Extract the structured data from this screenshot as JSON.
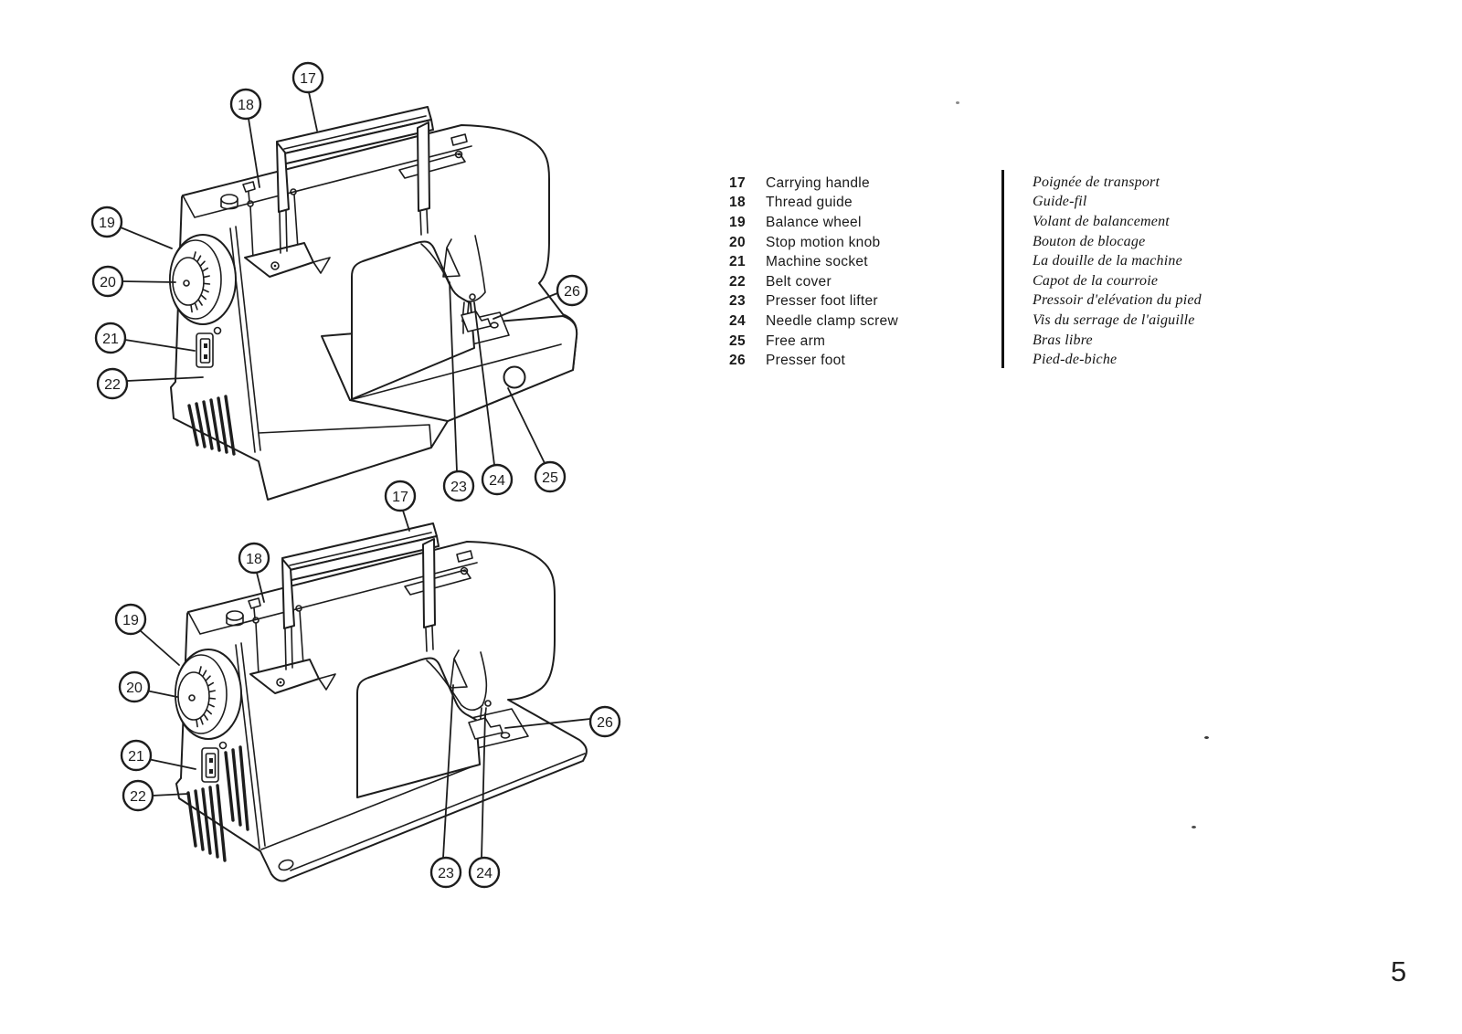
{
  "page": {
    "number": "5"
  },
  "legend": {
    "items": [
      {
        "num": "17",
        "en": "Carrying handle",
        "fr": "Poignée de transport"
      },
      {
        "num": "18",
        "en": "Thread guide",
        "fr": "Guide-fil"
      },
      {
        "num": "19",
        "en": "Balance wheel",
        "fr": "Volant de balancement"
      },
      {
        "num": "20",
        "en": "Stop motion knob",
        "fr": "Bouton de blocage"
      },
      {
        "num": "21",
        "en": "Machine socket",
        "fr": "La douille de la machine"
      },
      {
        "num": "22",
        "en": "Belt cover",
        "fr": "Capot de la courroie"
      },
      {
        "num": "23",
        "en": "Presser foot lifter",
        "fr": "Pressoir d'elévation du pied"
      },
      {
        "num": "24",
        "en": "Needle clamp screw",
        "fr": "Vis du serrage de l'aiguille"
      },
      {
        "num": "25",
        "en": "Free arm",
        "fr": "Bras libre"
      },
      {
        "num": "26",
        "en": "Presser foot",
        "fr": "Pied-de-biche"
      }
    ]
  },
  "diagram": {
    "callout_labels": {
      "17": "17",
      "18": "18",
      "19": "19",
      "20": "20",
      "21": "21",
      "22": "22",
      "23": "23",
      "24": "24",
      "25": "25",
      "26": "26"
    }
  }
}
